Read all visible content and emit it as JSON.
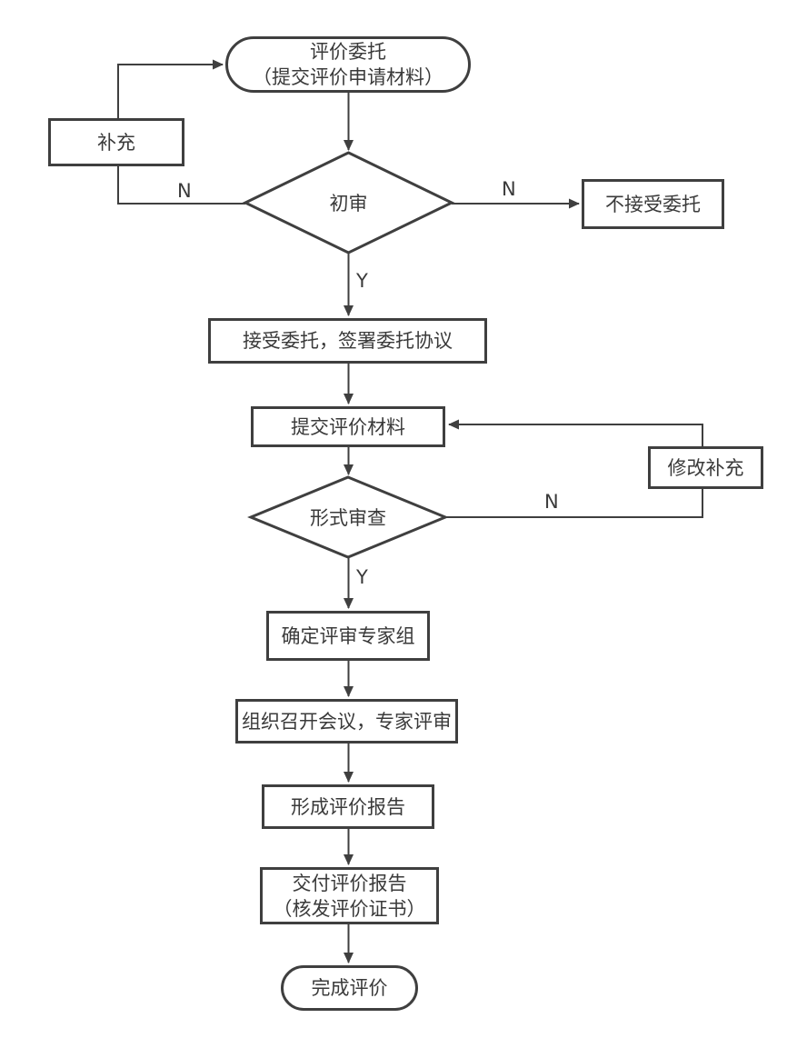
{
  "nodes": {
    "start": {
      "line1": "评价委托",
      "line2": "（提交评价申请材料）"
    },
    "supplement": {
      "label": "补充"
    },
    "initial_review": {
      "label": "初审"
    },
    "reject": {
      "label": "不接受委托"
    },
    "accept": {
      "label": "接受委托，签署委托协议"
    },
    "submit_materials": {
      "label": "提交评价材料"
    },
    "revise_supplement": {
      "label": "修改补充"
    },
    "formal_review": {
      "label": "形式审查"
    },
    "expert_group": {
      "label": "确定评审专家组"
    },
    "meeting": {
      "label": "组织召开会议，专家评审"
    },
    "report": {
      "label": "形成评价报告"
    },
    "deliver": {
      "line1": "交付评价报告",
      "line2": "（核发评价证书）"
    },
    "end": {
      "label": "完成评价"
    }
  },
  "edge_labels": {
    "initial_review_no_left": "N",
    "initial_review_no_right": "N",
    "initial_review_yes": "Y",
    "formal_review_no": "N",
    "formal_review_yes": "Y"
  },
  "colors": {
    "line": "#3f3f3f",
    "text": "#3a3a3a",
    "background": "#ffffff"
  }
}
